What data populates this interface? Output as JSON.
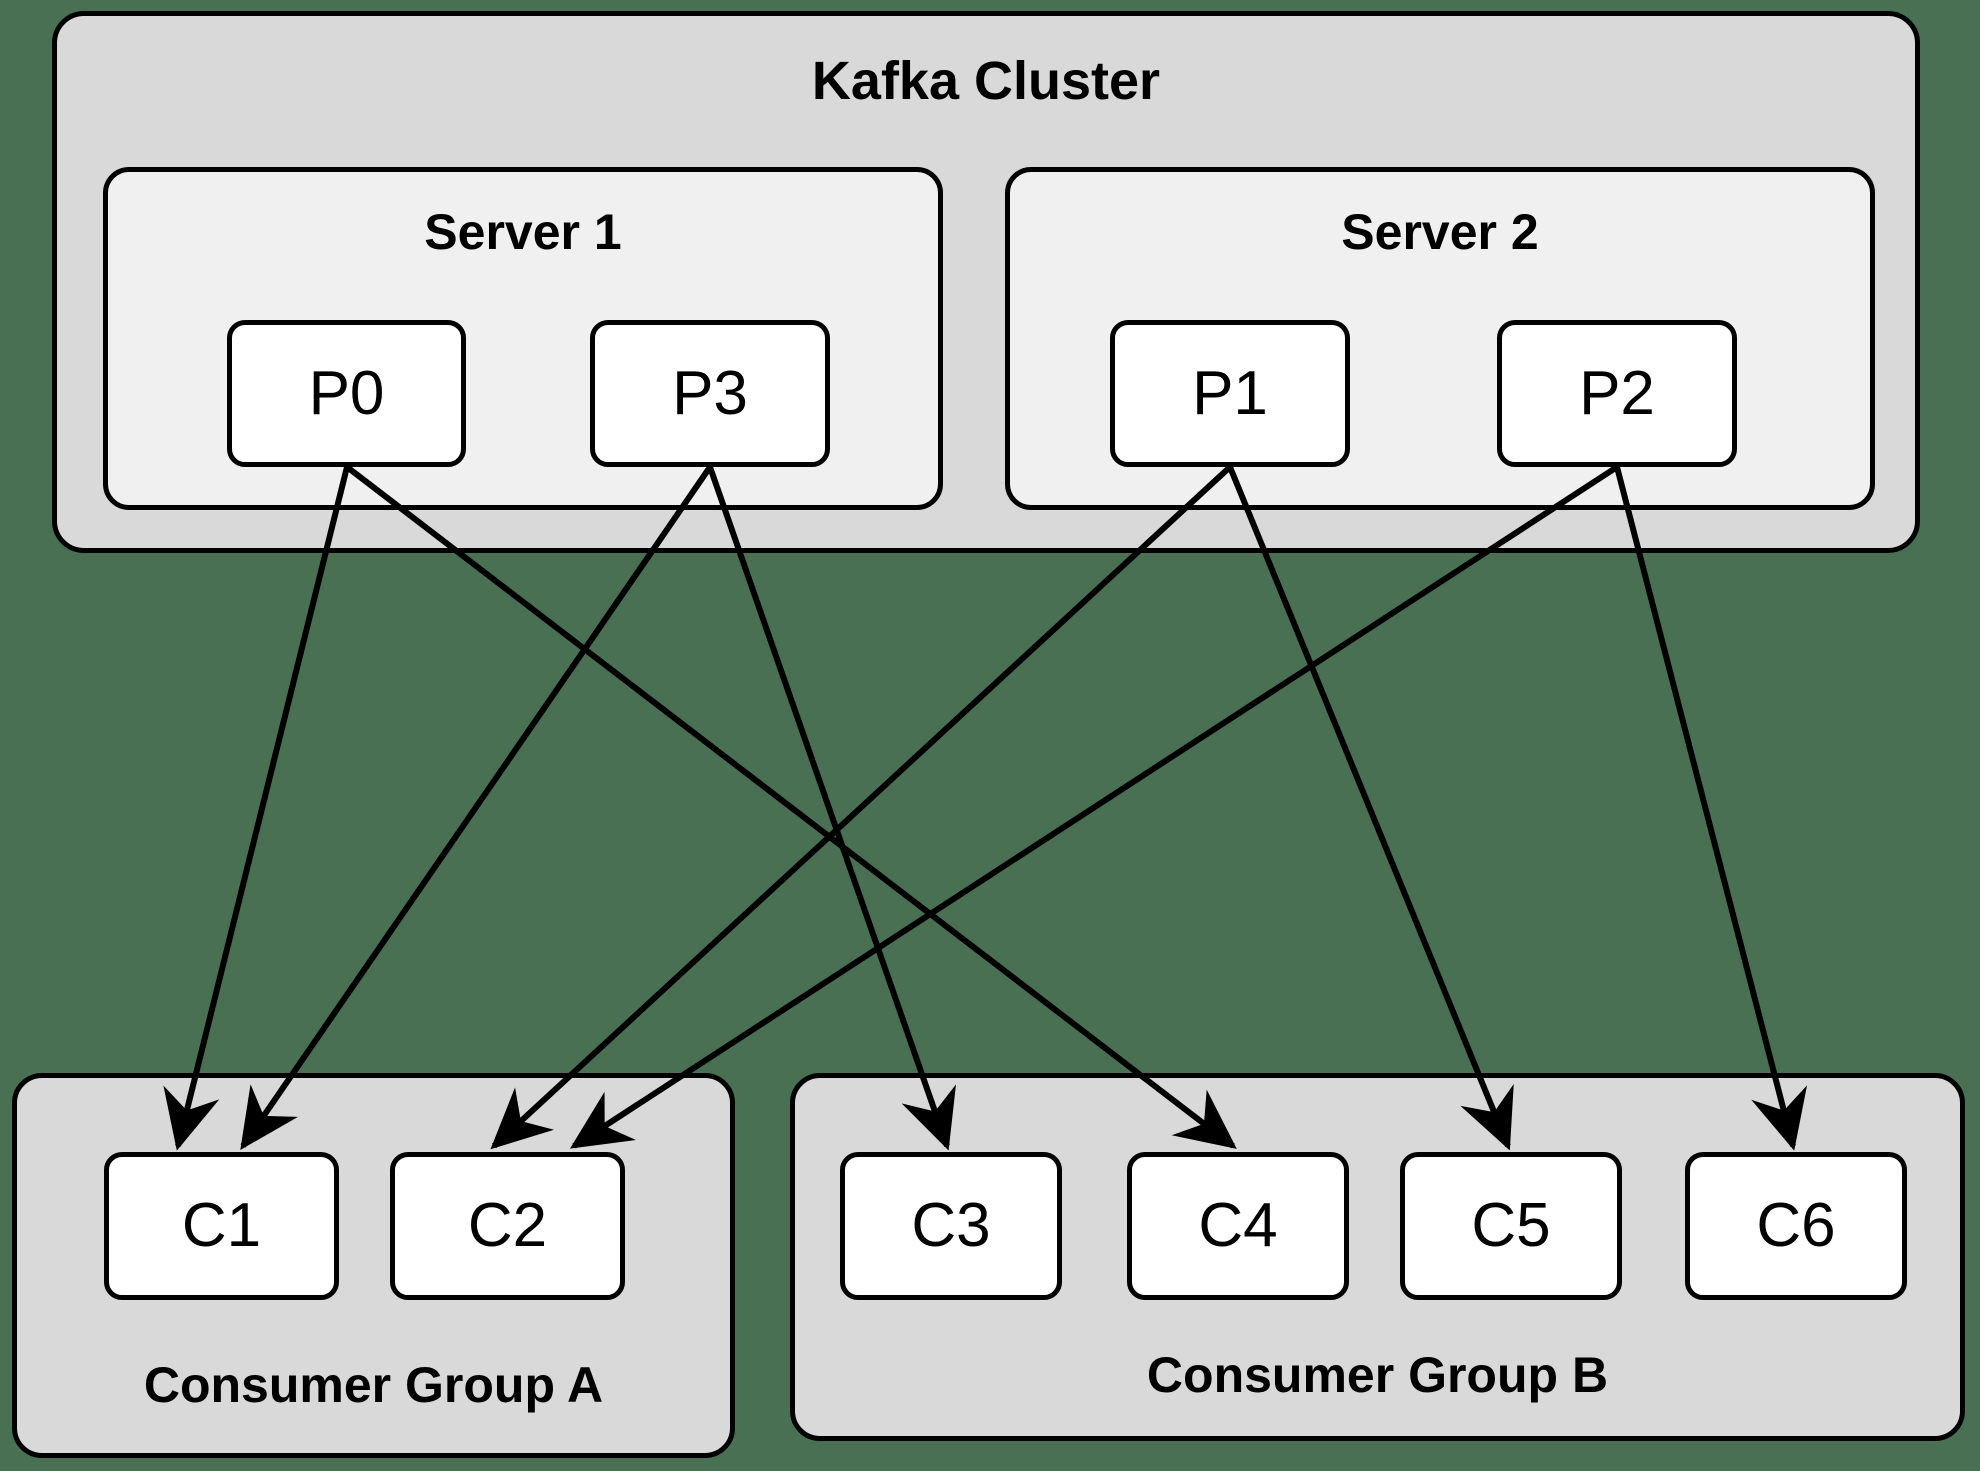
{
  "diagram": {
    "title": "Kafka Cluster",
    "background_color": "#4a7053",
    "cluster_fill": "#d9d9d9",
    "server_fill": "#f0f0f0",
    "node_fill": "#ffffff",
    "stroke_color": "#000000"
  },
  "cluster": {
    "label": "Kafka Cluster",
    "servers": [
      {
        "label": "Server 1",
        "partitions": [
          {
            "label": "P0"
          },
          {
            "label": "P3"
          }
        ]
      },
      {
        "label": "Server 2",
        "partitions": [
          {
            "label": "P1"
          },
          {
            "label": "P2"
          }
        ]
      }
    ]
  },
  "consumer_groups": [
    {
      "label": "Consumer Group A",
      "consumers": [
        {
          "label": "C1"
        },
        {
          "label": "C2"
        }
      ]
    },
    {
      "label": "Consumer Group B",
      "consumers": [
        {
          "label": "C3"
        },
        {
          "label": "C4"
        },
        {
          "label": "C5"
        },
        {
          "label": "C6"
        }
      ]
    }
  ],
  "connections": [
    {
      "from": "P0",
      "to": "C1"
    },
    {
      "from": "P0",
      "to": "C4"
    },
    {
      "from": "P3",
      "to": "C1"
    },
    {
      "from": "P3",
      "to": "C3"
    },
    {
      "from": "P1",
      "to": "C2"
    },
    {
      "from": "P1",
      "to": "C5"
    },
    {
      "from": "P2",
      "to": "C2"
    },
    {
      "from": "P2",
      "to": "C6"
    }
  ]
}
